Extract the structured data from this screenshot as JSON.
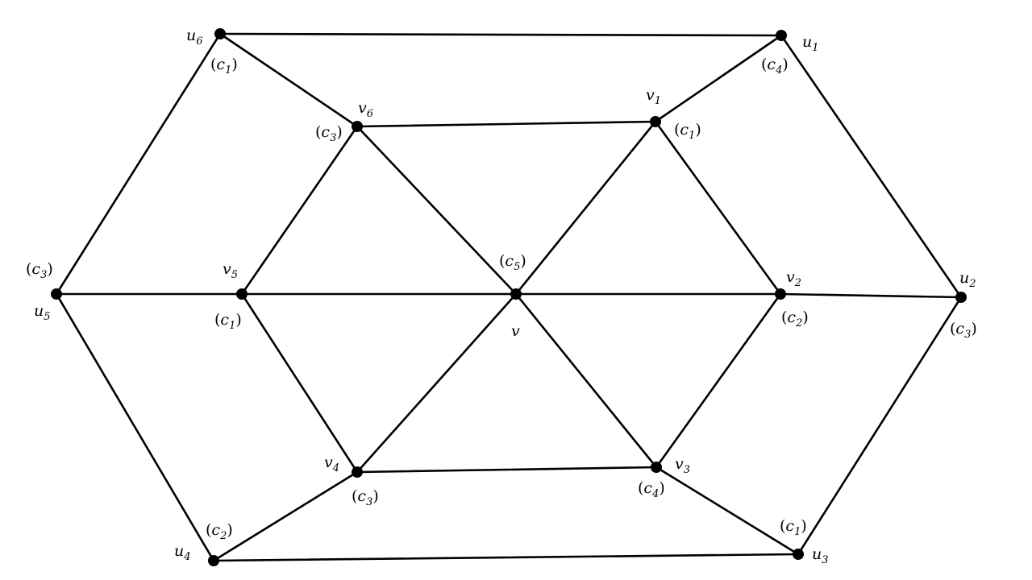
{
  "graph": {
    "nodes": [
      {
        "id": "u1",
        "name": "u",
        "sub": "1",
        "color": "c",
        "color_sub": "4"
      },
      {
        "id": "u2",
        "name": "u",
        "sub": "2",
        "color": "c",
        "color_sub": "3"
      },
      {
        "id": "u3",
        "name": "u",
        "sub": "3",
        "color": "c",
        "color_sub": "1"
      },
      {
        "id": "u4",
        "name": "u",
        "sub": "4",
        "color": "c",
        "color_sub": "2"
      },
      {
        "id": "u5",
        "name": "u",
        "sub": "5",
        "color": "c",
        "color_sub": "3"
      },
      {
        "id": "u6",
        "name": "u",
        "sub": "6",
        "color": "c",
        "color_sub": "1"
      },
      {
        "id": "v1",
        "name": "v",
        "sub": "1",
        "color": "c",
        "color_sub": "1"
      },
      {
        "id": "v2",
        "name": "v",
        "sub": "2",
        "color": "c",
        "color_sub": "2"
      },
      {
        "id": "v3",
        "name": "v",
        "sub": "3",
        "color": "c",
        "color_sub": "4"
      },
      {
        "id": "v4",
        "name": "v",
        "sub": "4",
        "color": "c",
        "color_sub": "3"
      },
      {
        "id": "v5",
        "name": "v",
        "sub": "5",
        "color": "c",
        "color_sub": "1"
      },
      {
        "id": "v6",
        "name": "v",
        "sub": "6",
        "color": "c",
        "color_sub": "3"
      },
      {
        "id": "v",
        "name": "v",
        "sub": "",
        "color": "c",
        "color_sub": "5"
      }
    ],
    "edges": [
      [
        "u6",
        "u1"
      ],
      [
        "u1",
        "u2"
      ],
      [
        "u2",
        "u3"
      ],
      [
        "u3",
        "u4"
      ],
      [
        "u4",
        "u5"
      ],
      [
        "u5",
        "u6"
      ],
      [
        "v6",
        "v1"
      ],
      [
        "v1",
        "v2"
      ],
      [
        "v2",
        "v3"
      ],
      [
        "v3",
        "v4"
      ],
      [
        "v4",
        "v5"
      ],
      [
        "v5",
        "v6"
      ],
      [
        "u1",
        "v1"
      ],
      [
        "u2",
        "v2"
      ],
      [
        "u3",
        "v3"
      ],
      [
        "u4",
        "v4"
      ],
      [
        "u5",
        "v5"
      ],
      [
        "u6",
        "v6"
      ],
      [
        "v",
        "v1"
      ],
      [
        "v",
        "v2"
      ],
      [
        "v",
        "v3"
      ],
      [
        "v",
        "v4"
      ],
      [
        "v",
        "v5"
      ],
      [
        "v",
        "v6"
      ]
    ]
  }
}
